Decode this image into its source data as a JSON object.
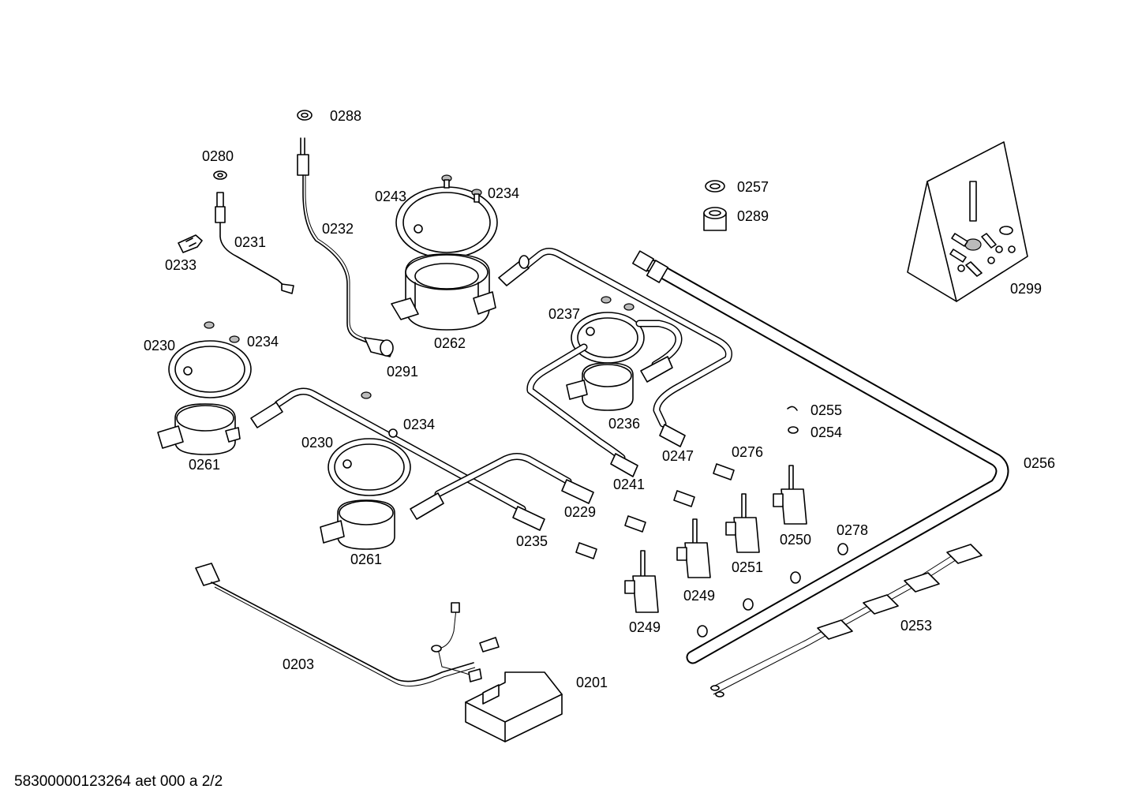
{
  "labels": {
    "l0288": "0288",
    "l0280": "0280",
    "l0232": "0232",
    "l0231": "0231",
    "l0233": "0233",
    "l0243": "0243",
    "l0234a": "0234",
    "l0262": "0262",
    "l0291": "0291",
    "l0257": "0257",
    "l0289": "0289",
    "l0299": "0299",
    "l0230a": "0230",
    "l0234b": "0234",
    "l0237": "0237",
    "l0236": "0236",
    "l0261a": "0261",
    "l0234c": "0234",
    "l0230b": "0230",
    "l0255": "0255",
    "l0254": "0254",
    "l0256": "0256",
    "l0247": "0247",
    "l0276": "0276",
    "l0241": "0241",
    "l0229": "0229",
    "l0235": "0235",
    "l0261b": "0261",
    "l0250": "0250",
    "l0278": "0278",
    "l0251": "0251",
    "l0249a": "0249",
    "l0249b": "0249",
    "l0253": "0253",
    "l0203": "0203",
    "l0201": "0201"
  },
  "footer": {
    "document_id": "58300000123264 aet 000 a 2/2"
  }
}
